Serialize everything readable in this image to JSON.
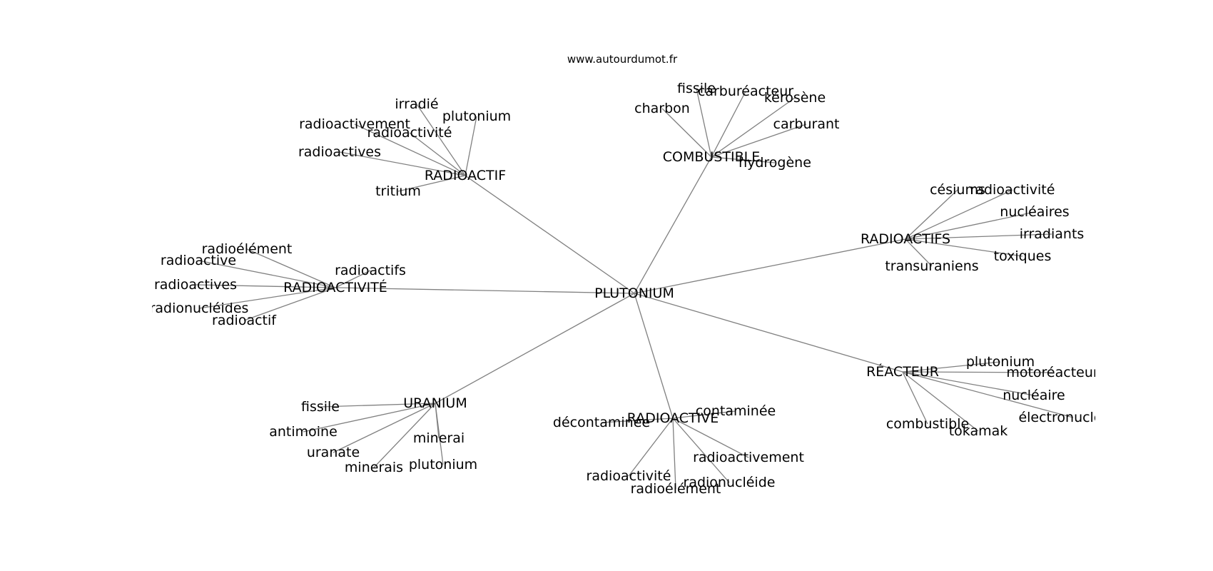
{
  "source": "www.autourdumot.fr",
  "center": "PLUTONIUM",
  "colors": {
    "edge": "#808080",
    "text": "#000000",
    "background": "#ffffff"
  },
  "clusters": [
    {
      "label": "RADIOACTIF",
      "leaves": [
        "irradié",
        "plutonium",
        "radioactivement",
        "radioactivité",
        "radioactives",
        "tritium"
      ]
    },
    {
      "label": "COMBUSTIBLE",
      "leaves": [
        "fissile",
        "carburéacteur",
        "kérosène",
        "charbon",
        "carburant",
        "hydrogène"
      ]
    },
    {
      "label": "RADIOACTIFS",
      "leaves": [
        "césiums",
        "radioactivité",
        "nucléaires",
        "irradiants",
        "toxiques",
        "transuraniens"
      ]
    },
    {
      "label": "RADIOACTIVITÉ",
      "leaves": [
        "radioélément",
        "radioactive",
        "radioactifs",
        "radioactives",
        "radionucléides",
        "radioactif"
      ]
    },
    {
      "label": "RÉACTEUR",
      "leaves": [
        "plutonium",
        "motoréacteur",
        "nucléaire",
        "électronucléaire",
        "combustible",
        "tokamak"
      ]
    },
    {
      "label": "URANIUM",
      "leaves": [
        "fissile",
        "antimoine",
        "minerai",
        "uranate",
        "minerais",
        "plutonium"
      ]
    },
    {
      "label": "RADIOACTIVE",
      "leaves": [
        "contaminée",
        "décontaminée",
        "radioactivement",
        "radioactivité",
        "radionucléide",
        "radioélément"
      ]
    }
  ]
}
